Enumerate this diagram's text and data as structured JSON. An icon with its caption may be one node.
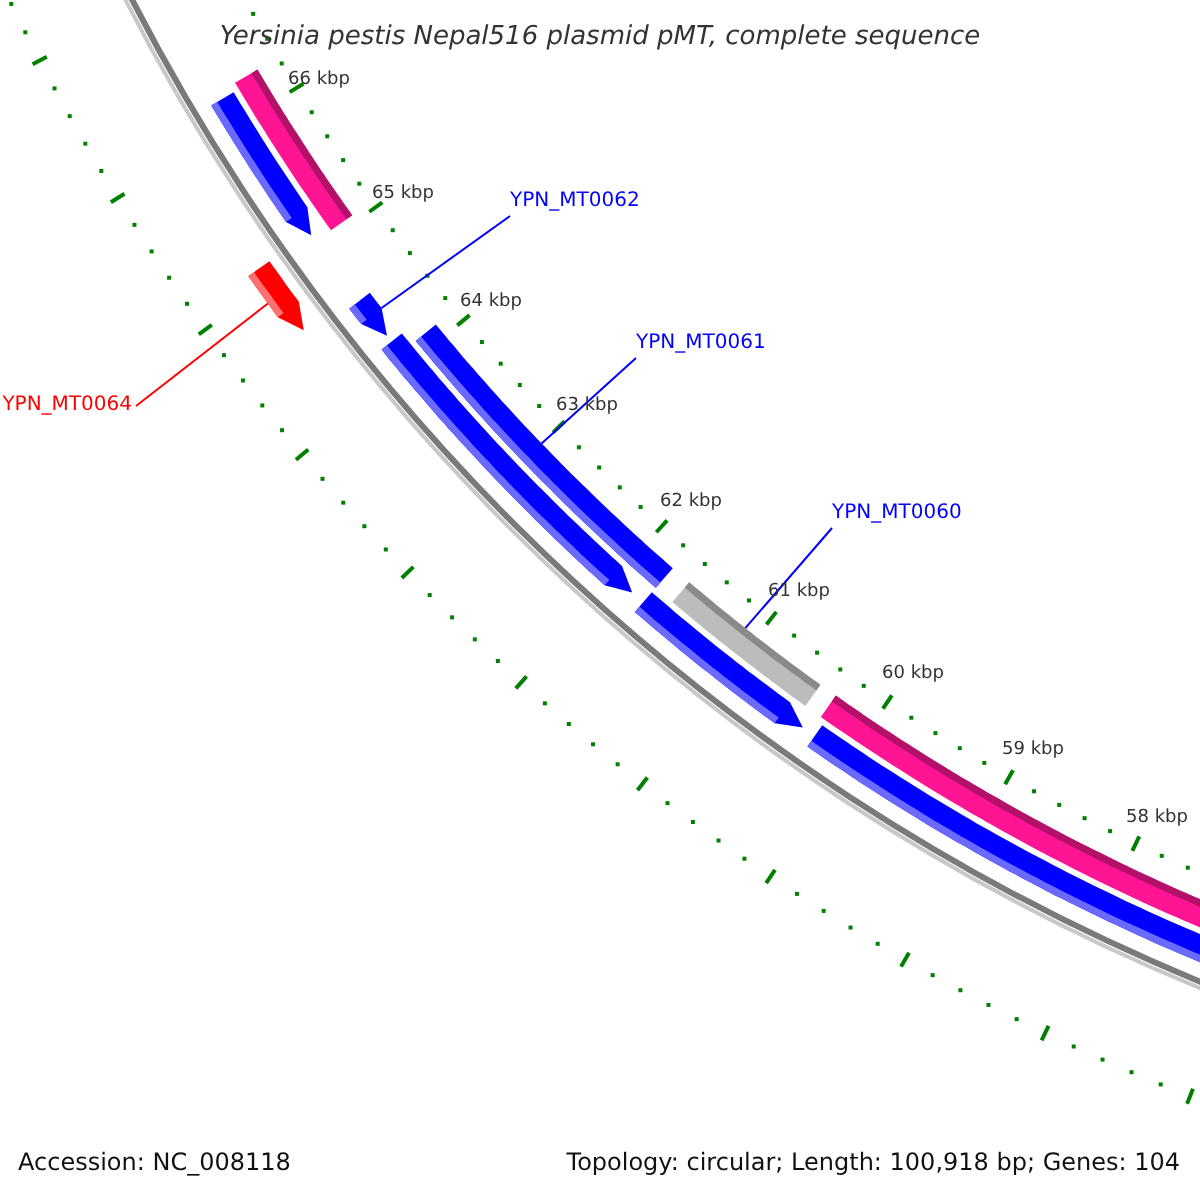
{
  "diagram": {
    "title": "Yersinia pestis Nepal516 plasmid pMT, complete sequence",
    "nodes": [
      {
        "text": [
          "YPN_MT0062"
        ]
      },
      {
        "text": [
          "YPN_MT0061"
        ]
      },
      {
        "text": [
          "YPN_MT0060"
        ]
      },
      {
        "text": [
          "YPN_MT0064"
        ]
      },
      {
        "text": [],
        "shape": "bar"
      },
      {
        "text": [],
        "shape": "bar"
      },
      {
        "text": [],
        "shape": "bar"
      },
      {
        "text": [],
        "shape": "bar"
      }
    ],
    "edges": [
      {
        "from": 0,
        "to": 4,
        "arrow": "none"
      },
      {
        "from": 1,
        "to": 5,
        "arrow": "none"
      },
      {
        "from": 2,
        "to": 6,
        "arrow": "none"
      },
      {
        "from": 3,
        "to": 7,
        "arrow": "none",
        "color": "#ff0000"
      }
    ],
    "labels": [
      "66 kbp",
      "65 kbp",
      "64 kbp",
      "63 kbp",
      "62 kbp",
      "61 kbp",
      "60 kbp",
      "59 kbp",
      "58 kbp",
      "Accession: NC_008118",
      "Topology: circular; Length: 100,918 bp; Genes: 104"
    ]
  }
}
